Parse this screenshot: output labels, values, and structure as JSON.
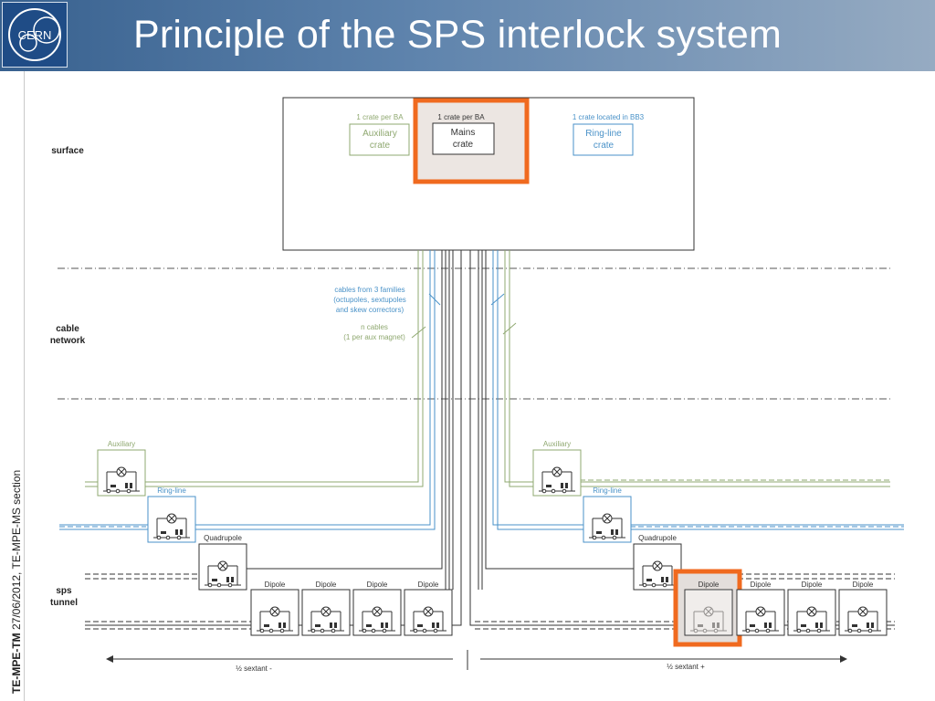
{
  "header": {
    "title": "Principle of the SPS interlock system",
    "logo_text": "CERN"
  },
  "sidebar": {
    "org": "TE-MPE-TM",
    "detail": " 27/06/2012, TE-MPE-MS section"
  },
  "diagram": {
    "zones": {
      "surface": "surface",
      "cable_line1": "cable",
      "cable_line2": "network",
      "tunnel_line1": "sps",
      "tunnel_line2": "tunnel"
    },
    "crates": {
      "aux_caption": "1 crate per BA",
      "aux_line1": "Auxiliary",
      "aux_line2": "crate",
      "mains_caption": "1 crate per BA",
      "mains_line1": "Mains",
      "mains_line2": "crate",
      "ring_caption": "1 crate located in BB3",
      "ring_line1": "Ring-line",
      "ring_line2": "crate"
    },
    "notes": {
      "cables_line1": "cables from 3 families",
      "cables_line2": "(octupoles, sextupoles",
      "cables_line3": "and skew correctors)",
      "n_line1": "n cables",
      "n_line2": "(1 per aux magnet)"
    },
    "magnets": {
      "auxiliary": "Auxiliary",
      "ringline": "Ring-line",
      "quadrupole": "Quadrupole",
      "dipole": "Dipole"
    },
    "sextant": {
      "minus": "½ sextant -",
      "plus": "½ sextant +"
    },
    "colors": {
      "highlight": "#f06a1f",
      "auxiliary": "#8fa870",
      "ringline": "#4a92c8",
      "mains": "#333333"
    }
  }
}
